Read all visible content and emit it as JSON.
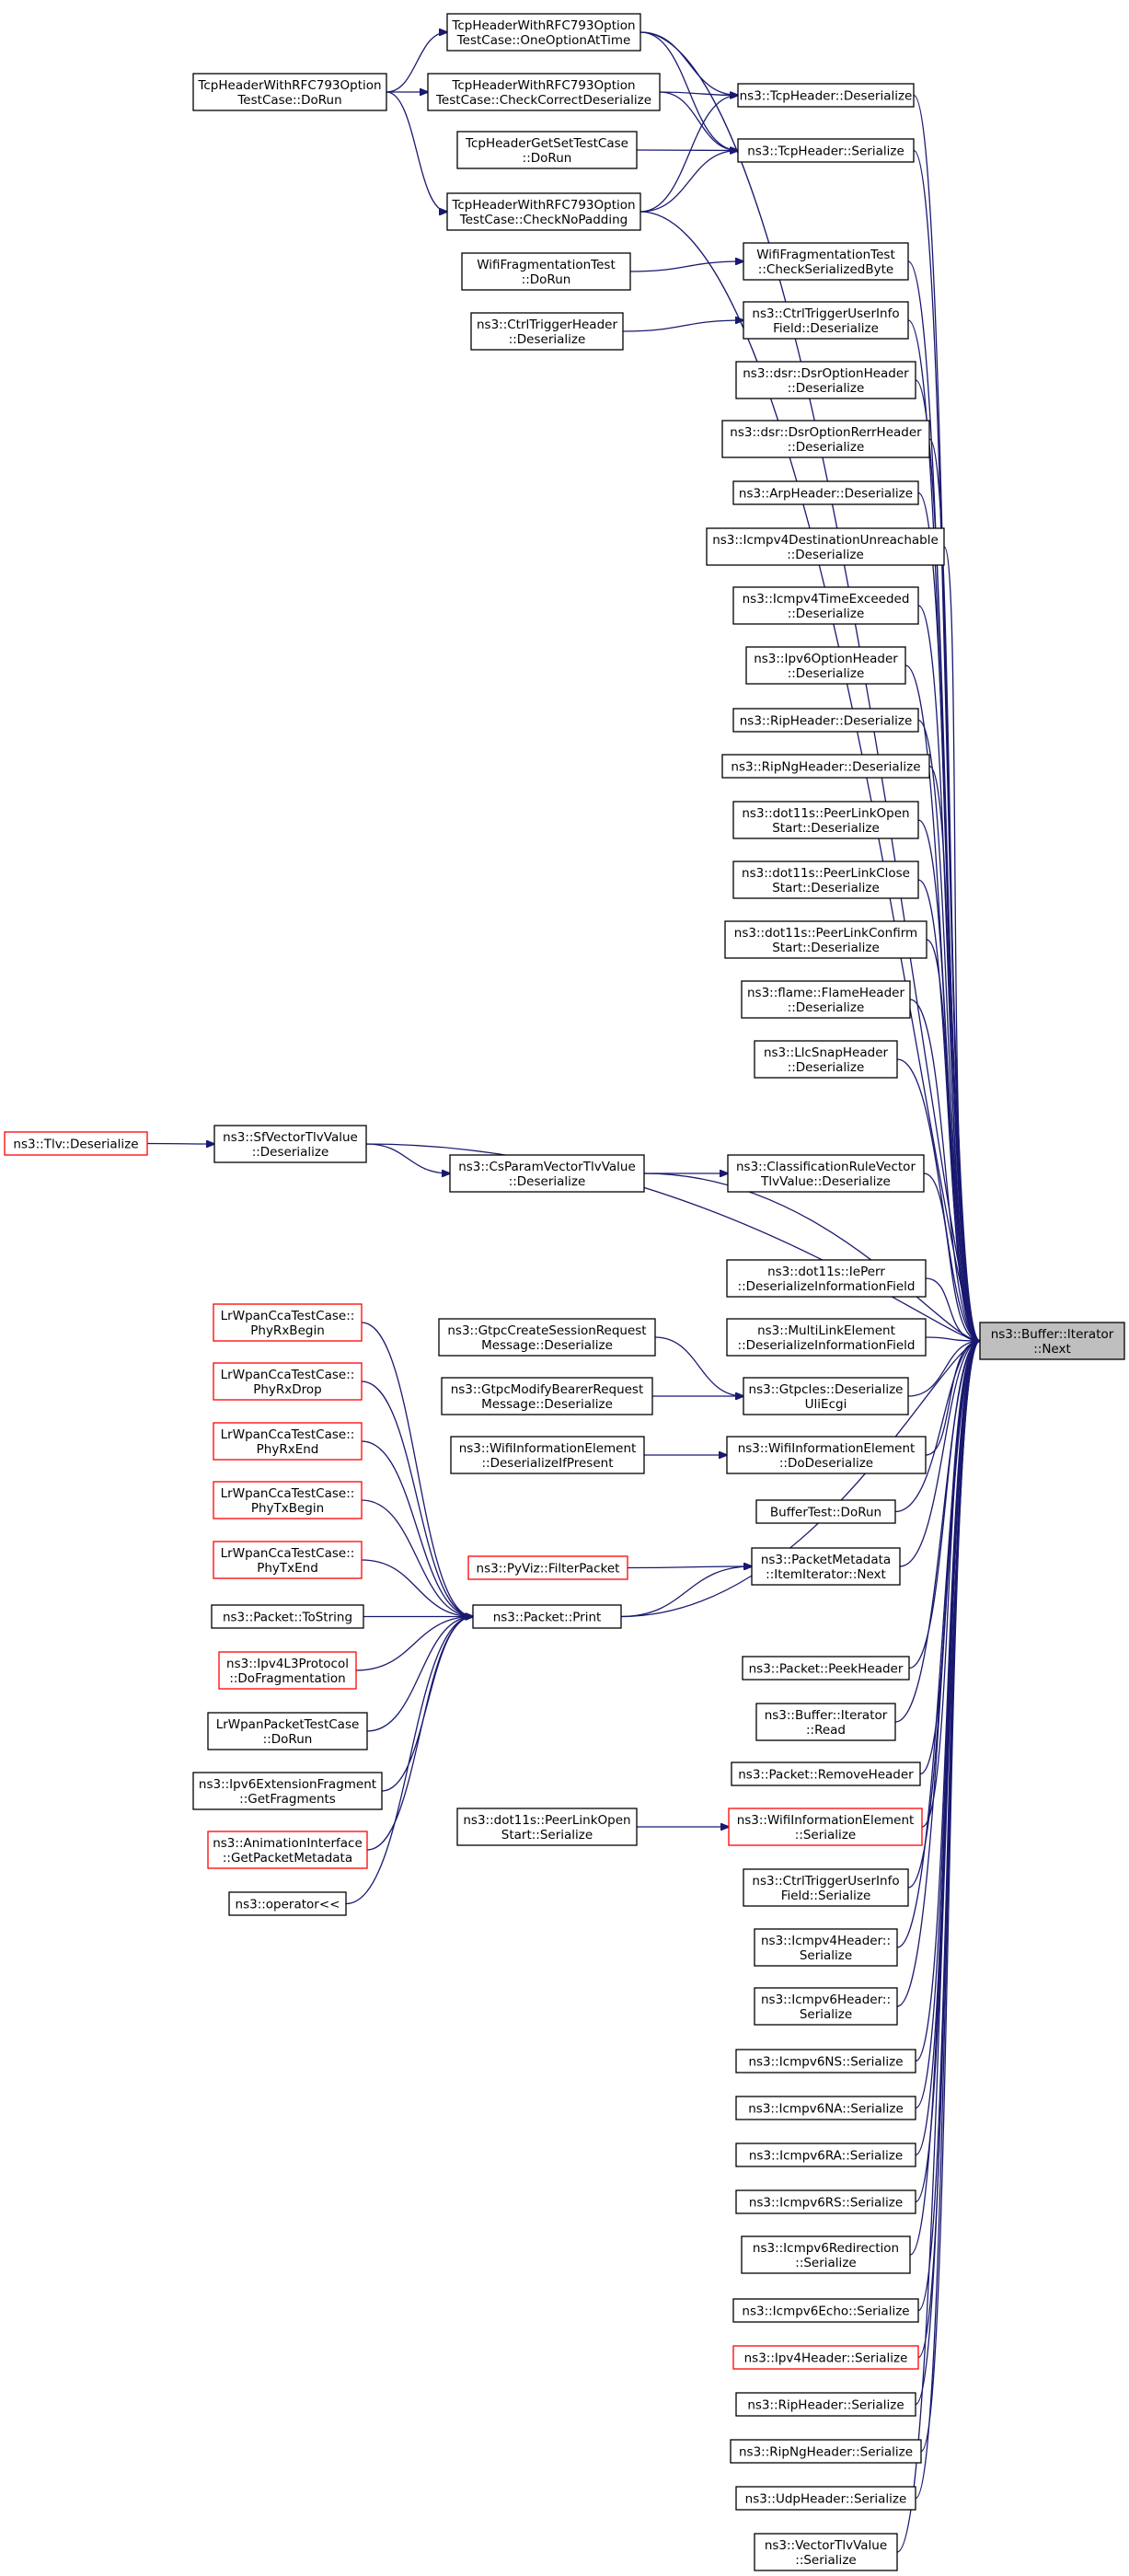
{
  "colors": {
    "edge": "#191970",
    "node_border": "#000000",
    "truncated_border": "#ff0000",
    "target_fill": "#bfbfbf",
    "background": "#ffffff"
  },
  "target": {
    "id": "target",
    "lines": [
      "ns3::Buffer::Iterator",
      "::Next"
    ]
  },
  "nodes": [
    {
      "id": "n1",
      "lines": [
        "TcpHeaderWithRFC793Option",
        "TestCase::OneOptionAtTime"
      ]
    },
    {
      "id": "n2",
      "lines": [
        "TcpHeaderWithRFC793Option",
        "TestCase::DoRun"
      ]
    },
    {
      "id": "n3",
      "lines": [
        "TcpHeaderWithRFC793Option",
        "TestCase::CheckCorrectDeserialize"
      ]
    },
    {
      "id": "n4",
      "lines": [
        "ns3::TcpHeader::Deserialize"
      ]
    },
    {
      "id": "n5",
      "lines": [
        "TcpHeaderGetSetTestCase",
        "::DoRun"
      ]
    },
    {
      "id": "n6",
      "lines": [
        "ns3::TcpHeader::Serialize"
      ]
    },
    {
      "id": "n7",
      "lines": [
        "TcpHeaderWithRFC793Option",
        "TestCase::CheckNoPadding"
      ]
    },
    {
      "id": "n8",
      "lines": [
        "WifiFragmentationTest",
        "::DoRun"
      ]
    },
    {
      "id": "n9",
      "lines": [
        "WifiFragmentationTest",
        "::CheckSerializedByte"
      ]
    },
    {
      "id": "n10",
      "lines": [
        "ns3::CtrlTriggerHeader",
        "::Deserialize"
      ]
    },
    {
      "id": "n11",
      "lines": [
        "ns3::CtrlTriggerUserInfo",
        "Field::Deserialize"
      ]
    },
    {
      "id": "n12",
      "lines": [
        "ns3::dsr::DsrOptionHeader",
        "::Deserialize"
      ]
    },
    {
      "id": "n13",
      "lines": [
        "ns3::dsr::DsrOptionRerrHeader",
        "::Deserialize"
      ]
    },
    {
      "id": "n14",
      "lines": [
        "ns3::ArpHeader::Deserialize"
      ]
    },
    {
      "id": "n15",
      "lines": [
        "ns3::Icmpv4DestinationUnreachable",
        "::Deserialize"
      ]
    },
    {
      "id": "n16",
      "lines": [
        "ns3::Icmpv4TimeExceeded",
        "::Deserialize"
      ]
    },
    {
      "id": "n17",
      "lines": [
        "ns3::Ipv6OptionHeader",
        "::Deserialize"
      ]
    },
    {
      "id": "n18",
      "lines": [
        "ns3::RipHeader::Deserialize"
      ]
    },
    {
      "id": "n19",
      "lines": [
        "ns3::RipNgHeader::Deserialize"
      ]
    },
    {
      "id": "n20",
      "lines": [
        "ns3::dot11s::PeerLinkOpen",
        "Start::Deserialize"
      ]
    },
    {
      "id": "n21",
      "lines": [
        "ns3::dot11s::PeerLinkClose",
        "Start::Deserialize"
      ]
    },
    {
      "id": "n22",
      "lines": [
        "ns3::dot11s::PeerLinkConfirm",
        "Start::Deserialize"
      ]
    },
    {
      "id": "n23",
      "lines": [
        "ns3::flame::FlameHeader",
        "::Deserialize"
      ]
    },
    {
      "id": "n24",
      "lines": [
        "ns3::LlcSnapHeader",
        "::Deserialize"
      ]
    },
    {
      "id": "n25",
      "lines": [
        "ns3::Tlv::Deserialize"
      ],
      "truncated": true
    },
    {
      "id": "n26",
      "lines": [
        "ns3::SfVectorTlvValue",
        "::Deserialize"
      ]
    },
    {
      "id": "n27",
      "lines": [
        "ns3::CsParamVectorTlvValue",
        "::Deserialize"
      ]
    },
    {
      "id": "n28",
      "lines": [
        "ns3::ClassificationRuleVector",
        "TlvValue::Deserialize"
      ]
    },
    {
      "id": "n29",
      "lines": [
        "ns3::dot11s::IePerr",
        "::DeserializeInformationField"
      ]
    },
    {
      "id": "n30",
      "lines": [
        "ns3::MultiLinkElement",
        "::DeserializeInformationField"
      ]
    },
    {
      "id": "n31",
      "lines": [
        "ns3::GtpcCreateSessionRequest",
        "Message::Deserialize"
      ]
    },
    {
      "id": "n32",
      "lines": [
        "ns3::GtpcModifyBearerRequest",
        "Message::Deserialize"
      ]
    },
    {
      "id": "n33",
      "lines": [
        "ns3::GtpcIes::Deserialize",
        "UliEcgi"
      ]
    },
    {
      "id": "n34",
      "lines": [
        "ns3::WifiInformationElement",
        "::DeserializeIfPresent"
      ]
    },
    {
      "id": "n35",
      "lines": [
        "ns3::WifiInformationElement",
        "::DoDeserialize"
      ]
    },
    {
      "id": "n36",
      "lines": [
        "BufferTest::DoRun"
      ]
    },
    {
      "id": "n37",
      "lines": [
        "ns3::PyViz::FilterPacket"
      ],
      "truncated": true
    },
    {
      "id": "n38",
      "lines": [
        "ns3::PacketMetadata",
        "::ItemIterator::Next"
      ]
    },
    {
      "id": "n39",
      "lines": [
        "LrWpanCcaTestCase::",
        "PhyRxBegin"
      ],
      "truncated": true
    },
    {
      "id": "n40",
      "lines": [
        "LrWpanCcaTestCase::",
        "PhyRxDrop"
      ],
      "truncated": true
    },
    {
      "id": "n41",
      "lines": [
        "LrWpanCcaTestCase::",
        "PhyRxEnd"
      ],
      "truncated": true
    },
    {
      "id": "n42",
      "lines": [
        "LrWpanCcaTestCase::",
        "PhyTxBegin"
      ],
      "truncated": true
    },
    {
      "id": "n43",
      "lines": [
        "LrWpanCcaTestCase::",
        "PhyTxEnd"
      ],
      "truncated": true
    },
    {
      "id": "n44",
      "lines": [
        "ns3::Packet::ToString"
      ]
    },
    {
      "id": "n45",
      "lines": [
        "ns3::Ipv4L3Protocol",
        "::DoFragmentation"
      ],
      "truncated": true
    },
    {
      "id": "n46",
      "lines": [
        "LrWpanPacketTestCase",
        "::DoRun"
      ]
    },
    {
      "id": "n47",
      "lines": [
        "ns3::Ipv6ExtensionFragment",
        "::GetFragments"
      ]
    },
    {
      "id": "n48",
      "lines": [
        "ns3::AnimationInterface",
        "::GetPacketMetadata"
      ],
      "truncated": true
    },
    {
      "id": "n49",
      "lines": [
        "ns3::operator<<"
      ]
    },
    {
      "id": "n50",
      "lines": [
        "ns3::Packet::Print"
      ]
    },
    {
      "id": "n51",
      "lines": [
        "ns3::Packet::PeekHeader"
      ]
    },
    {
      "id": "n52",
      "lines": [
        "ns3::Buffer::Iterator",
        "::Read"
      ]
    },
    {
      "id": "n53",
      "lines": [
        "ns3::Packet::RemoveHeader"
      ]
    },
    {
      "id": "n54",
      "lines": [
        "ns3::dot11s::PeerLinkOpen",
        "Start::Serialize"
      ]
    },
    {
      "id": "n55",
      "lines": [
        "ns3::WifiInformationElement",
        "::Serialize"
      ],
      "truncated": true
    },
    {
      "id": "n56",
      "lines": [
        "ns3::CtrlTriggerUserInfo",
        "Field::Serialize"
      ]
    },
    {
      "id": "n57",
      "lines": [
        "ns3::Icmpv4Header::",
        "Serialize"
      ]
    },
    {
      "id": "n58",
      "lines": [
        "ns3::Icmpv6Header::",
        "Serialize"
      ]
    },
    {
      "id": "n59",
      "lines": [
        "ns3::Icmpv6NS::Serialize"
      ]
    },
    {
      "id": "n60",
      "lines": [
        "ns3::Icmpv6NA::Serialize"
      ]
    },
    {
      "id": "n61",
      "lines": [
        "ns3::Icmpv6RA::Serialize"
      ]
    },
    {
      "id": "n62",
      "lines": [
        "ns3::Icmpv6RS::Serialize"
      ]
    },
    {
      "id": "n63",
      "lines": [
        "ns3::Icmpv6Redirection",
        "::Serialize"
      ]
    },
    {
      "id": "n64",
      "lines": [
        "ns3::Icmpv6Echo::Serialize"
      ]
    },
    {
      "id": "n65",
      "lines": [
        "ns3::Ipv4Header::Serialize"
      ],
      "truncated": true
    },
    {
      "id": "n66",
      "lines": [
        "ns3::RipHeader::Serialize"
      ]
    },
    {
      "id": "n67",
      "lines": [
        "ns3::RipNgHeader::Serialize"
      ]
    },
    {
      "id": "n68",
      "lines": [
        "ns3::UdpHeader::Serialize"
      ]
    },
    {
      "id": "n69",
      "lines": [
        "ns3::VectorTlvValue",
        "::Serialize"
      ]
    }
  ],
  "edges": [
    [
      "n1",
      "target"
    ],
    [
      "n1",
      "n4"
    ],
    [
      "n1",
      "n6"
    ],
    [
      "n2",
      "n1"
    ],
    [
      "n2",
      "n3"
    ],
    [
      "n2",
      "n7"
    ],
    [
      "n3",
      "n4"
    ],
    [
      "n3",
      "n6"
    ],
    [
      "n4",
      "target"
    ],
    [
      "n5",
      "n6"
    ],
    [
      "n6",
      "target"
    ],
    [
      "n7",
      "n4"
    ],
    [
      "n7",
      "n6"
    ],
    [
      "n7",
      "target"
    ],
    [
      "n8",
      "n9"
    ],
    [
      "n9",
      "target"
    ],
    [
      "n10",
      "n11"
    ],
    [
      "n11",
      "target"
    ],
    [
      "n12",
      "target"
    ],
    [
      "n13",
      "target"
    ],
    [
      "n14",
      "target"
    ],
    [
      "n15",
      "target"
    ],
    [
      "n16",
      "target"
    ],
    [
      "n17",
      "target"
    ],
    [
      "n18",
      "target"
    ],
    [
      "n19",
      "target"
    ],
    [
      "n20",
      "target"
    ],
    [
      "n21",
      "target"
    ],
    [
      "n22",
      "target"
    ],
    [
      "n23",
      "target"
    ],
    [
      "n24",
      "target"
    ],
    [
      "n25",
      "n26"
    ],
    [
      "n26",
      "target"
    ],
    [
      "n26",
      "n27"
    ],
    [
      "n27",
      "n28"
    ],
    [
      "n27",
      "target"
    ],
    [
      "n28",
      "target"
    ],
    [
      "n29",
      "target"
    ],
    [
      "n30",
      "target"
    ],
    [
      "n31",
      "n33"
    ],
    [
      "n32",
      "n33"
    ],
    [
      "n33",
      "target"
    ],
    [
      "n34",
      "n35"
    ],
    [
      "n35",
      "target"
    ],
    [
      "n36",
      "target"
    ],
    [
      "n37",
      "n38"
    ],
    [
      "n38",
      "target"
    ],
    [
      "n39",
      "n50"
    ],
    [
      "n40",
      "n50"
    ],
    [
      "n41",
      "n50"
    ],
    [
      "n42",
      "n50"
    ],
    [
      "n43",
      "n50"
    ],
    [
      "n44",
      "n50"
    ],
    [
      "n45",
      "n50"
    ],
    [
      "n46",
      "n50"
    ],
    [
      "n47",
      "n50"
    ],
    [
      "n48",
      "n50"
    ],
    [
      "n49",
      "n50"
    ],
    [
      "n50",
      "n38"
    ],
    [
      "n50",
      "target"
    ],
    [
      "n51",
      "target"
    ],
    [
      "n52",
      "target"
    ],
    [
      "n53",
      "target"
    ],
    [
      "n54",
      "n55"
    ],
    [
      "n55",
      "target"
    ],
    [
      "n56",
      "target"
    ],
    [
      "n57",
      "target"
    ],
    [
      "n58",
      "target"
    ],
    [
      "n59",
      "target"
    ],
    [
      "n60",
      "target"
    ],
    [
      "n61",
      "target"
    ],
    [
      "n62",
      "target"
    ],
    [
      "n63",
      "target"
    ],
    [
      "n64",
      "target"
    ],
    [
      "n65",
      "target"
    ],
    [
      "n66",
      "target"
    ],
    [
      "n67",
      "target"
    ],
    [
      "n68",
      "target"
    ],
    [
      "n69",
      "target"
    ]
  ]
}
